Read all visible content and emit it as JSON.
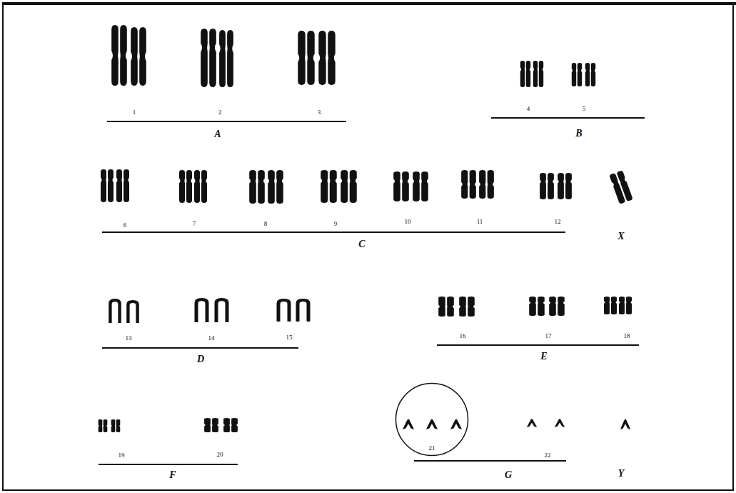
{
  "diagram": {
    "nodes": [
      {
        "text": [
          "21"
        ]
      }
    ],
    "labels": [
      "1",
      "2",
      "3",
      "A",
      "4",
      "5",
      "B",
      "6",
      "7",
      "8",
      "9",
      "10",
      "11",
      "12",
      "X",
      "C",
      "13",
      "14",
      "15",
      "D",
      "16",
      "17",
      "18",
      "E",
      "19",
      "20",
      "22",
      "F",
      "G",
      "Y"
    ]
  }
}
